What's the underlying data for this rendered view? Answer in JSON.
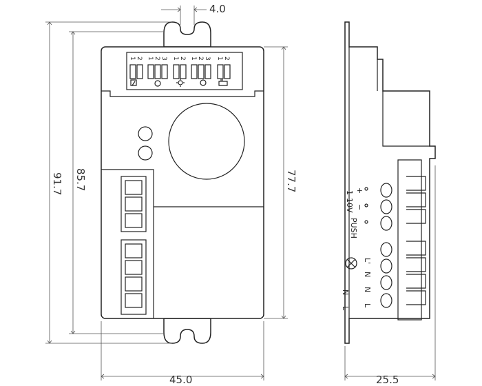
{
  "dimensions": {
    "top_gap": "4.0",
    "overall_height": "91.7",
    "body_height": "85.7",
    "inner_height": "77.7",
    "width": "45.0",
    "depth": "25.5"
  },
  "dip_numbers": [
    "1",
    "2",
    "1",
    "2",
    "3",
    "1",
    "2",
    "1",
    "2",
    "3",
    "1",
    "2"
  ],
  "side_labels": {
    "plus": "+",
    "minus": "−",
    "range": "1-10V",
    "push": "PUSH",
    "l_prime": "L'",
    "n1": "N",
    "n2": "N",
    "l": "L",
    "n3": "N",
    "l2": "L"
  }
}
